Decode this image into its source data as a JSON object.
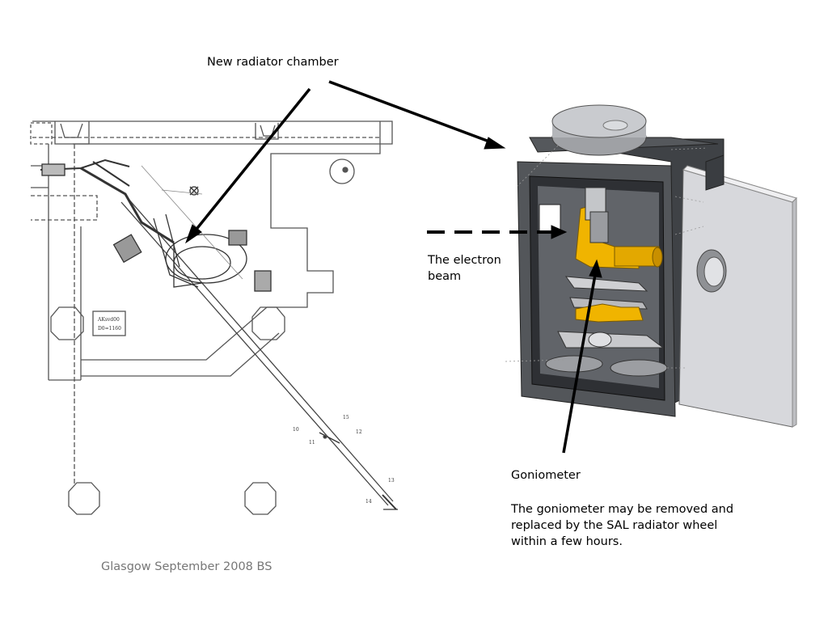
{
  "labels": {
    "title": "New radiator chamber",
    "beam": "The electron\nbeam",
    "goniometer_title": "Goniometer",
    "goniometer_desc": "The goniometer may be removed and\nreplaced by the SAL radiator wheel\nwithin a few hours.",
    "footer": "Glasgow September 2008 BS"
  },
  "plan_labels": {
    "box_a": "AKsvd00",
    "box_b": "D0=1160",
    "n10": "10",
    "n11": "11",
    "n12": "12",
    "n13": "13",
    "n14": "14",
    "n15": "15"
  },
  "colors": {
    "text": "#000000",
    "footer": "#777777",
    "chamber_dark": "#4d5054",
    "door": "#d7d8dc",
    "goniometer": "#f0b400",
    "steel": "#a9aaae"
  }
}
